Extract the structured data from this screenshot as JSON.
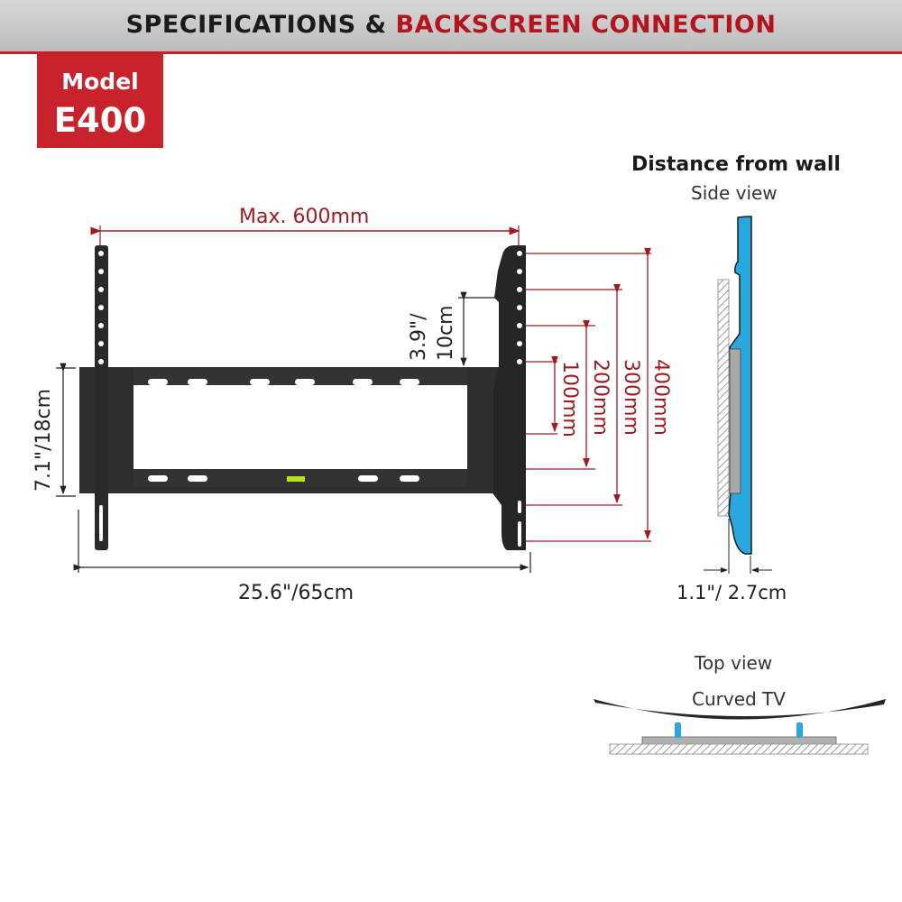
{
  "header": {
    "title_part1": "SPECIFICATIONS & ",
    "title_part2": "BACKSCREEN CONNECTION",
    "accent_color": "#c8202a"
  },
  "model_badge": {
    "line1": "Model",
    "line2": "E400"
  },
  "front_view": {
    "max_width_label": "Max. 600mm",
    "depth_offset_label_line1": "3.9\"/",
    "depth_offset_label_line2": "10cm",
    "height_label": "7.1\"/18cm",
    "width_label": "25.6\"/65cm",
    "vesa_heights": [
      "100mm",
      "200mm",
      "300mm",
      "400mm"
    ]
  },
  "side_view": {
    "title": "Distance from wall",
    "subtitle": "Side view",
    "distance_label": "1.1\"/ 2.7cm",
    "tv_color": "#29a8e0"
  },
  "top_view": {
    "title": "Top view",
    "subtitle": "Curved TV"
  }
}
